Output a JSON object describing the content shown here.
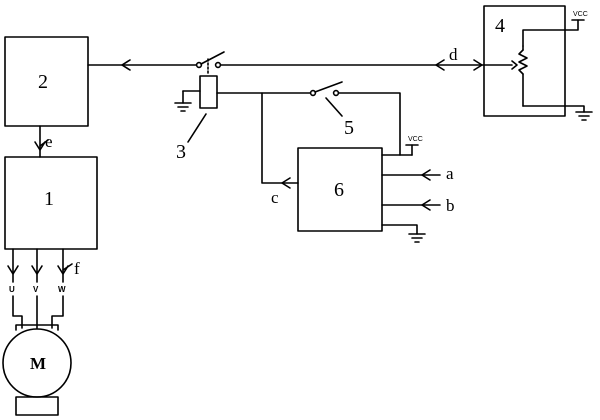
{
  "blocks": {
    "block1": "1",
    "block2": "2",
    "block3": "3",
    "block4": "4",
    "block5": "5",
    "block6": "6"
  },
  "signals": {
    "a": "a",
    "b": "b",
    "c": "c",
    "d": "d",
    "e": "e",
    "f": "f"
  },
  "phases": {
    "u": "U",
    "v": "V",
    "w": "W"
  },
  "motor": {
    "label": "M"
  },
  "supply": {
    "vcc_top": "VCC",
    "vcc_block6": "VCC"
  }
}
